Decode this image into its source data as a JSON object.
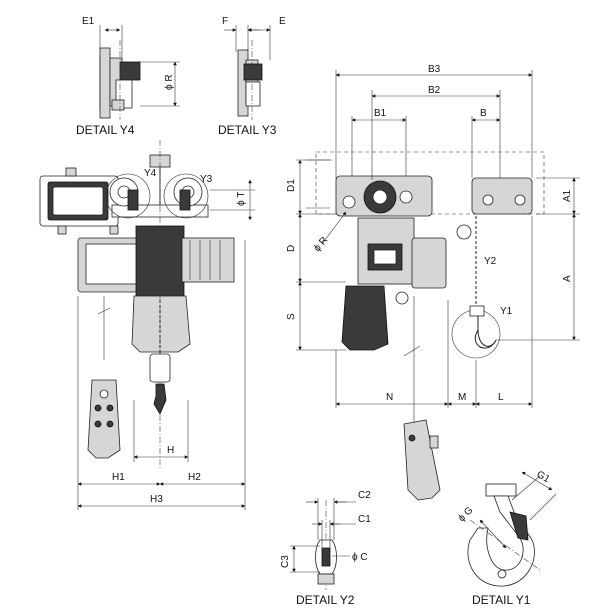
{
  "labels": {
    "E1": "E1",
    "R": "ϕ R",
    "F": "F",
    "E": "E",
    "detail_y4": "DETAIL  Y4",
    "detail_y3": "DETAIL  Y3",
    "Y4": "Y4",
    "Y3": "Y3",
    "T": "ϕ T",
    "H": "H",
    "H1": "H1",
    "H2": "H2",
    "H3": "H3",
    "B3": "B3",
    "B2": "B2",
    "B1": "B1",
    "B": "B",
    "D1": "D1",
    "A1": "A1",
    "D": "D",
    "R2": "ϕ R",
    "Y2": "Y2",
    "A": "A",
    "Y1": "Y1",
    "S": "S",
    "N": "N",
    "M": "M",
    "L": "L",
    "C2": "C2",
    "C1": "C1",
    "C": "ϕ C",
    "C3": "C3",
    "detail_y2": "DETAIL Y2",
    "G1": "G1",
    "G": "ϕ G",
    "detail_y1": "DETAIL Y1"
  }
}
